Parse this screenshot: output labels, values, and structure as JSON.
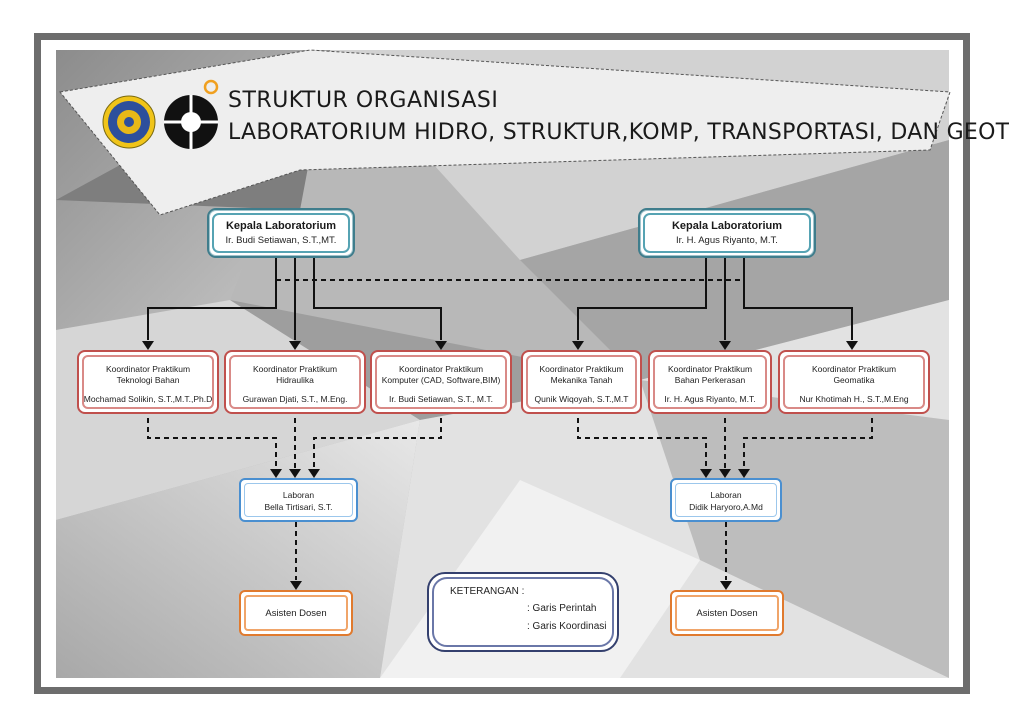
{
  "title": {
    "line1": "STRUKTUR ORGANISASI",
    "line2": "LABORATORIUM HIDRO, STRUKTUR,KOMP, TRANSPORTASI, DAN GEOTEK"
  },
  "logos": [
    "university-seal-logo",
    "civil-engineering-logo"
  ],
  "heads": [
    {
      "title": "Kepala Laboratorium",
      "name": "Ir. Budi Setiawan, S.T.,MT."
    },
    {
      "title": "Kepala Laboratorium",
      "name": "Ir. H. Agus Riyanto, M.T."
    }
  ],
  "coordinators": [
    {
      "title1": "Koordinator Praktikum",
      "title2": "Teknologi Bahan",
      "name": "Mochamad Solikin, S.T.,M.T.,Ph.D"
    },
    {
      "title1": "Koordinator Praktikum",
      "title2": "Hidraulika",
      "name": "Gurawan Djati, S.T., M.Eng."
    },
    {
      "title1": "Koordinator Praktikum",
      "title2": "Komputer (CAD, Software,BIM)",
      "name": "Ir. Budi Setiawan, S.T., M.T."
    },
    {
      "title1": "Koordinator Praktikum",
      "title2": "Mekanika Tanah",
      "name": "Qunik Wiqoyah, S.T.,M.T"
    },
    {
      "title1": "Koordinator Praktikum",
      "title2": "Bahan Perkerasan",
      "name": "Ir. H. Agus Riyanto, M.T."
    },
    {
      "title1": "Koordinator Praktikum",
      "title2": "Geomatika",
      "name": "Nur Khotimah H., S.T.,M.Eng"
    }
  ],
  "laborans": [
    {
      "title": "Laboran",
      "name": "Bella Tirtisari, S.T."
    },
    {
      "title": "Laboran",
      "name": "Didik Haryoro,A.Md"
    }
  ],
  "assistants": [
    {
      "label": "Asisten Dosen"
    },
    {
      "label": "Asisten Dosen"
    }
  ],
  "legend": {
    "title": "KETERANGAN :",
    "solid_label": ": Garis Perintah",
    "dashed_label": ": Garis Koordinasi"
  },
  "colors": {
    "head_border": "#3f7d8c",
    "coordinator_border": "#c0504d",
    "laboran_border": "#4a8fd0",
    "assistant_border": "#e07a2e",
    "legend_border": "#34406e"
  }
}
